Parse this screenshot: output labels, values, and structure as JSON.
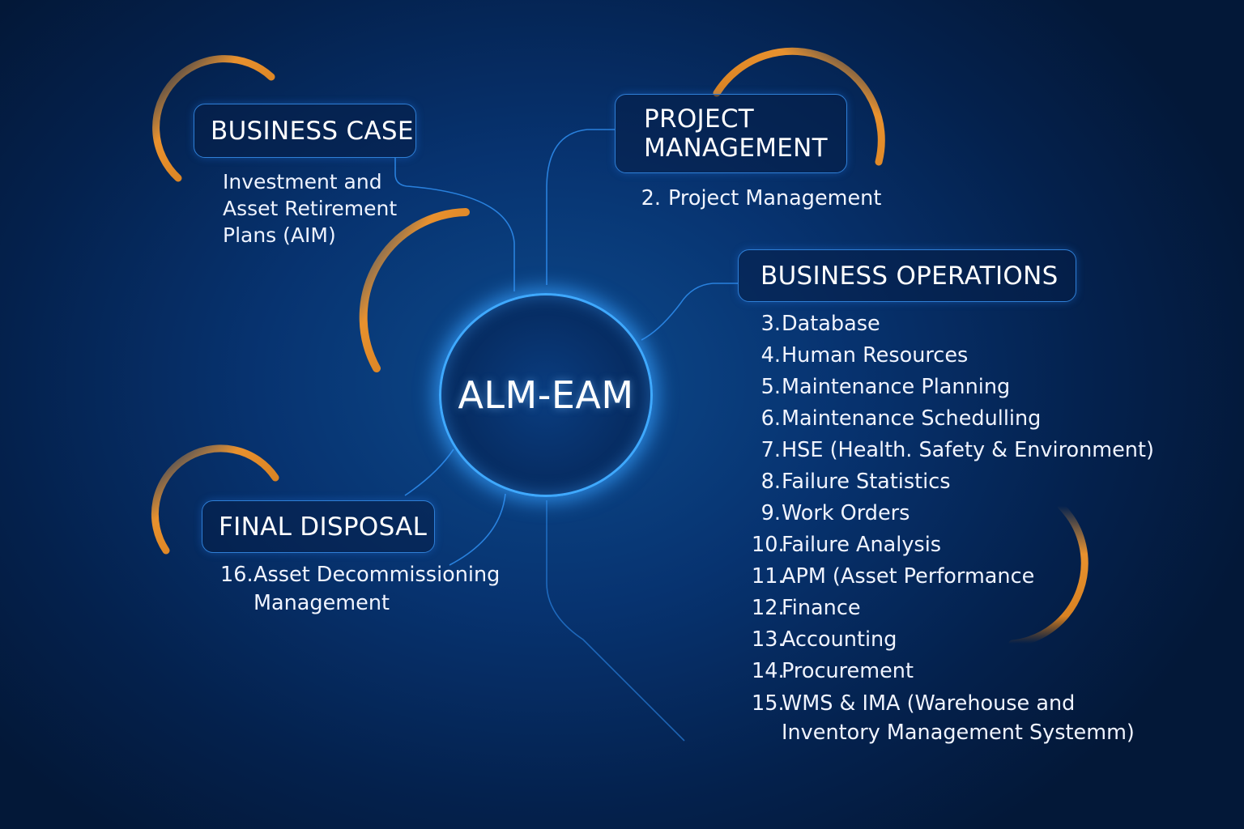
{
  "colors": {
    "background": "#04214d",
    "accent_blue": "#3fa9ff",
    "arc_orange": "#e8912e",
    "text": "#ffffff"
  },
  "hub": {
    "label": "ALM-EAM"
  },
  "business_case": {
    "title": "BUSINESS CASE",
    "description": "Investment and\nAsset Retirement\nPlans (AIM)"
  },
  "project_management": {
    "title": "PROJECT\nMANAGEMENT",
    "items": [
      {
        "num": "2.",
        "text": "Project Management"
      }
    ]
  },
  "business_operations": {
    "title": "BUSINESS OPERATIONS",
    "items": [
      {
        "num": "3.",
        "text": "Database"
      },
      {
        "num": "4.",
        "text": "Human Resources"
      },
      {
        "num": "5.",
        "text": "Maintenance Planning"
      },
      {
        "num": "6.",
        "text": "Maintenance Schedulling"
      },
      {
        "num": "7.",
        "text": "HSE (Health. Safety & Environment)"
      },
      {
        "num": "8.",
        "text": "Failure Statistics"
      },
      {
        "num": "9.",
        "text": "Work Orders"
      },
      {
        "num": "10.",
        "text": "Failure Analysis"
      },
      {
        "num": "11.",
        "text": "APM (Asset Performance"
      },
      {
        "num": "12.",
        "text": "Finance"
      },
      {
        "num": "13.",
        "text": "Accounting"
      },
      {
        "num": "14.",
        "text": "Procurement"
      },
      {
        "num": "15.",
        "text": "WMS & IMA (Warehouse and\nInventory Management Systemm)"
      }
    ]
  },
  "final_disposal": {
    "title": "FINAL DISPOSAL",
    "items": [
      {
        "num": "16.",
        "text": "Asset Decommissioning\nManagement"
      }
    ]
  }
}
